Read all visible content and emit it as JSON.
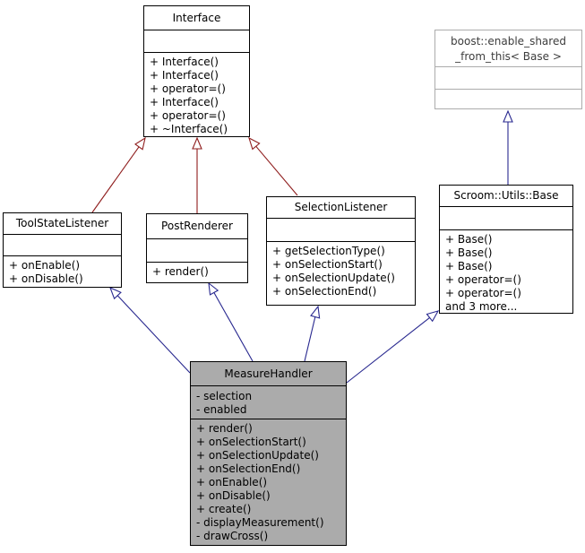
{
  "colors": {
    "inheritance_red": "#8f1d1d",
    "inheritance_blue": "#28288f",
    "highlight_fill": "#ababab",
    "external_border": "#acacac",
    "box_border": "#000000"
  },
  "classes": {
    "interface": {
      "name": "Interface",
      "methods": [
        "+ Interface()",
        "+ Interface()",
        "+ operator=()",
        "+ Interface()",
        "+ operator=()",
        "+ ~Interface()"
      ]
    },
    "boost_enable_shared": {
      "name_line1": "boost::enable_shared",
      "name_line2": "_from_this< Base >"
    },
    "tool_state_listener": {
      "name": "ToolStateListener",
      "methods": [
        "+ onEnable()",
        "+ onDisable()"
      ]
    },
    "post_renderer": {
      "name": "PostRenderer",
      "methods": [
        "+ render()"
      ]
    },
    "selection_listener": {
      "name": "SelectionListener",
      "methods": [
        "+ getSelectionType()",
        "+ onSelectionStart()",
        "+ onSelectionUpdate()",
        "+ onSelectionEnd()"
      ]
    },
    "scroom_utils_base": {
      "name": "Scroom::Utils::Base",
      "methods": [
        "+ Base()",
        "+ Base()",
        "+ Base()",
        "+ operator=()",
        "+ operator=()",
        "and 3 more..."
      ]
    },
    "measure_handler": {
      "name": "MeasureHandler",
      "attributes": [
        "- selection",
        "- enabled"
      ],
      "methods": [
        "+ render()",
        "+ onSelectionStart()",
        "+ onSelectionUpdate()",
        "+ onSelectionEnd()",
        "+ onEnable()",
        "+ onDisable()",
        "+ create()",
        "- displayMeasurement()",
        "- drawCross()"
      ]
    }
  }
}
